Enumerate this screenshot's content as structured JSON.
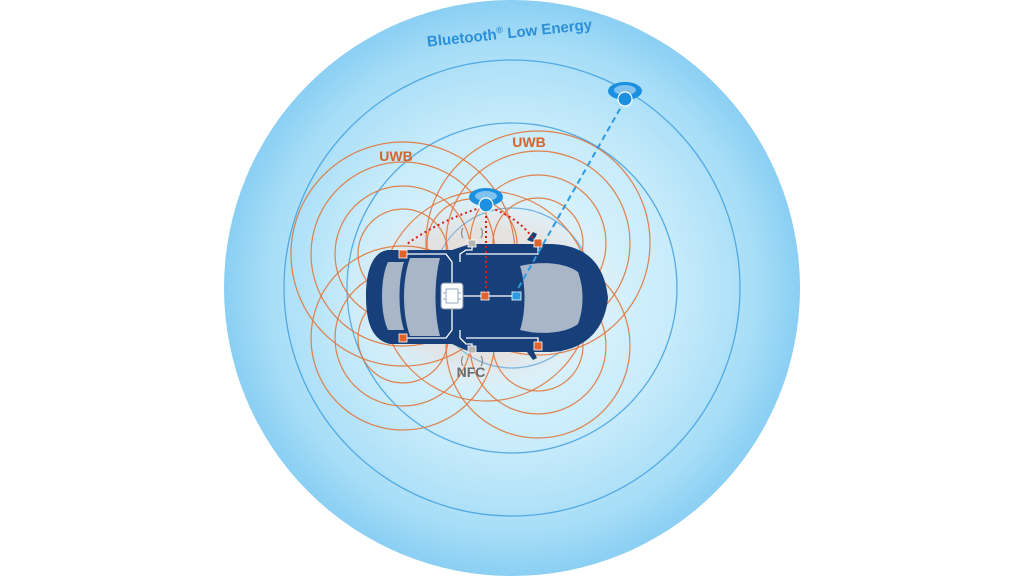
{
  "labels": {
    "ble_name": "Bluetooth",
    "ble_mark": "®",
    "ble_suffix": " Low Energy",
    "uwb_left": "UWB",
    "uwb_right": "UWB",
    "nfc": "NFC"
  },
  "colors": {
    "ble_outer": "#8fd3f5",
    "ble_inner": "#d6f1fd",
    "ble_ring": "#3f9fe0",
    "ble_text": "#2a8fd6",
    "uwb_ring": "#e0743a",
    "uwb_text": "#d9622b",
    "car_body": "#173f7a",
    "car_glass": "#a9b6c8",
    "nfc_text": "#6b6b6b",
    "anchor": "#e0632b",
    "ble_anchor": "#2a9be0",
    "phone": "#1b8fe0"
  },
  "icons": {
    "phone_far": "user-phone-icon",
    "phone_near": "user-phone-icon",
    "ecu": "central-module-icon"
  }
}
